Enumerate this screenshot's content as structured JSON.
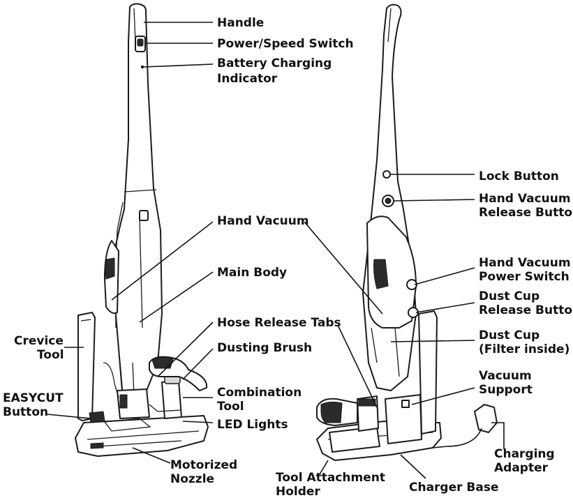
{
  "left_labels": {
    "handle": "Handle",
    "power_speed_switch": "Power/Speed Switch",
    "battery_indicator_1": "Battery Charging",
    "battery_indicator_2": "Indicator",
    "hand_vacuum": "Hand Vacuum",
    "main_body": "Main Body",
    "hose_release_tabs": "Hose Release Tabs",
    "dusting_brush": "Dusting Brush",
    "combination_tool_1": "Combination",
    "combination_tool_2": "Tool",
    "led_lights": "LED Lights",
    "crevice_tool_1": "Crevice",
    "crevice_tool_2": "Tool",
    "easycut_1": "EASYCUT",
    "easycut_2": "Button",
    "motorized_nozzle_1": "Motorized",
    "motorized_nozzle_2": "Nozzle"
  },
  "right_labels": {
    "lock_button": "Lock Button",
    "hand_vac_release_1": "Hand Vacuum",
    "hand_vac_release_2": "Release Button",
    "hand_vac_power_1": "Hand Vacuum",
    "hand_vac_power_2": "Power Switch",
    "dust_cup_release_1": "Dust Cup",
    "dust_cup_release_2": "Release Button",
    "dust_cup_1": "Dust Cup",
    "dust_cup_2": "(Filter inside)",
    "vacuum_support_1": "Vacuum",
    "vacuum_support_2": "Support",
    "charging_adapter_1": "Charging",
    "charging_adapter_2": "Adapter",
    "tool_holder_1": "Tool Attachment",
    "tool_holder_2": "Holder",
    "charger_base": "Charger Base"
  }
}
